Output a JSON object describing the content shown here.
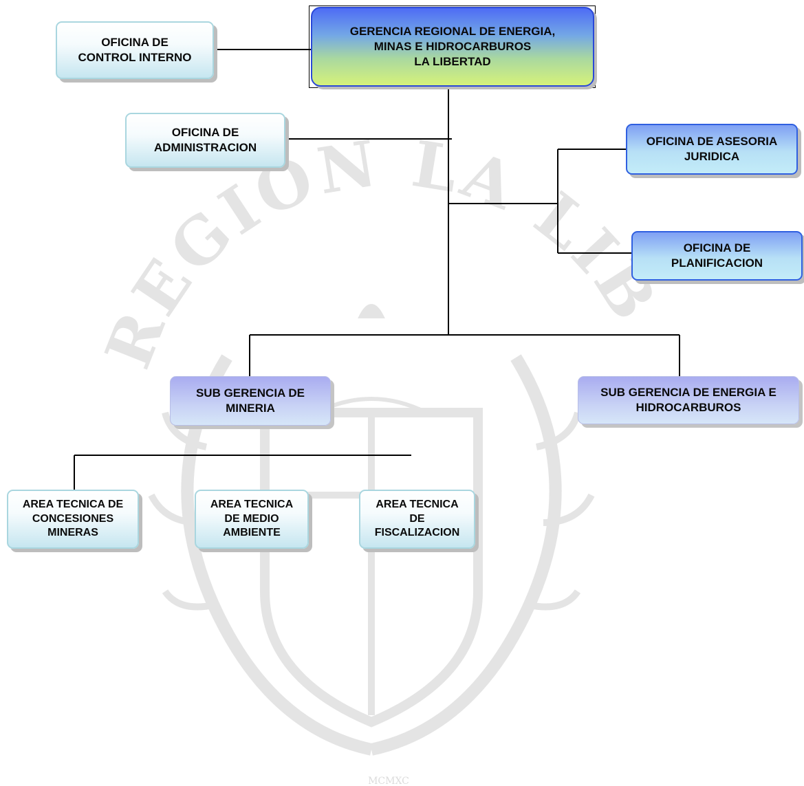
{
  "chart": {
    "top": "GERENCIA  REGIONAL DE ENERGIA,\nMINAS E HIDROCARBUROS\nLA LIBERTAD",
    "control": "OFICINA DE\nCONTROL INTERNO",
    "admin": "OFICINA DE\nADMINISTRACION",
    "juridica": "OFICINA DE ASESORIA\nJURIDICA",
    "planif": "OFICINA DE\nPLANIFICACION",
    "sub_mineria": "SUB GERENCIA DE\nMINERIA",
    "sub_energia": "SUB GERENCIA DE ENERGIA E\nHIDROCARBUROS",
    "area_concesiones": "AREA TECNICA DE\nCONCESIONES\nMINERAS",
    "area_medio": "AREA TECNICA\nDE MEDIO\nAMBIENTE",
    "area_fiscal": "AREA TECNICA\nDE\nFISCALIZACION"
  },
  "watermark": {
    "arc_text": "REGIÓN LA LIBERTAD",
    "year": "MCMXC",
    "emblem": "regional-coat-of-arms"
  }
}
